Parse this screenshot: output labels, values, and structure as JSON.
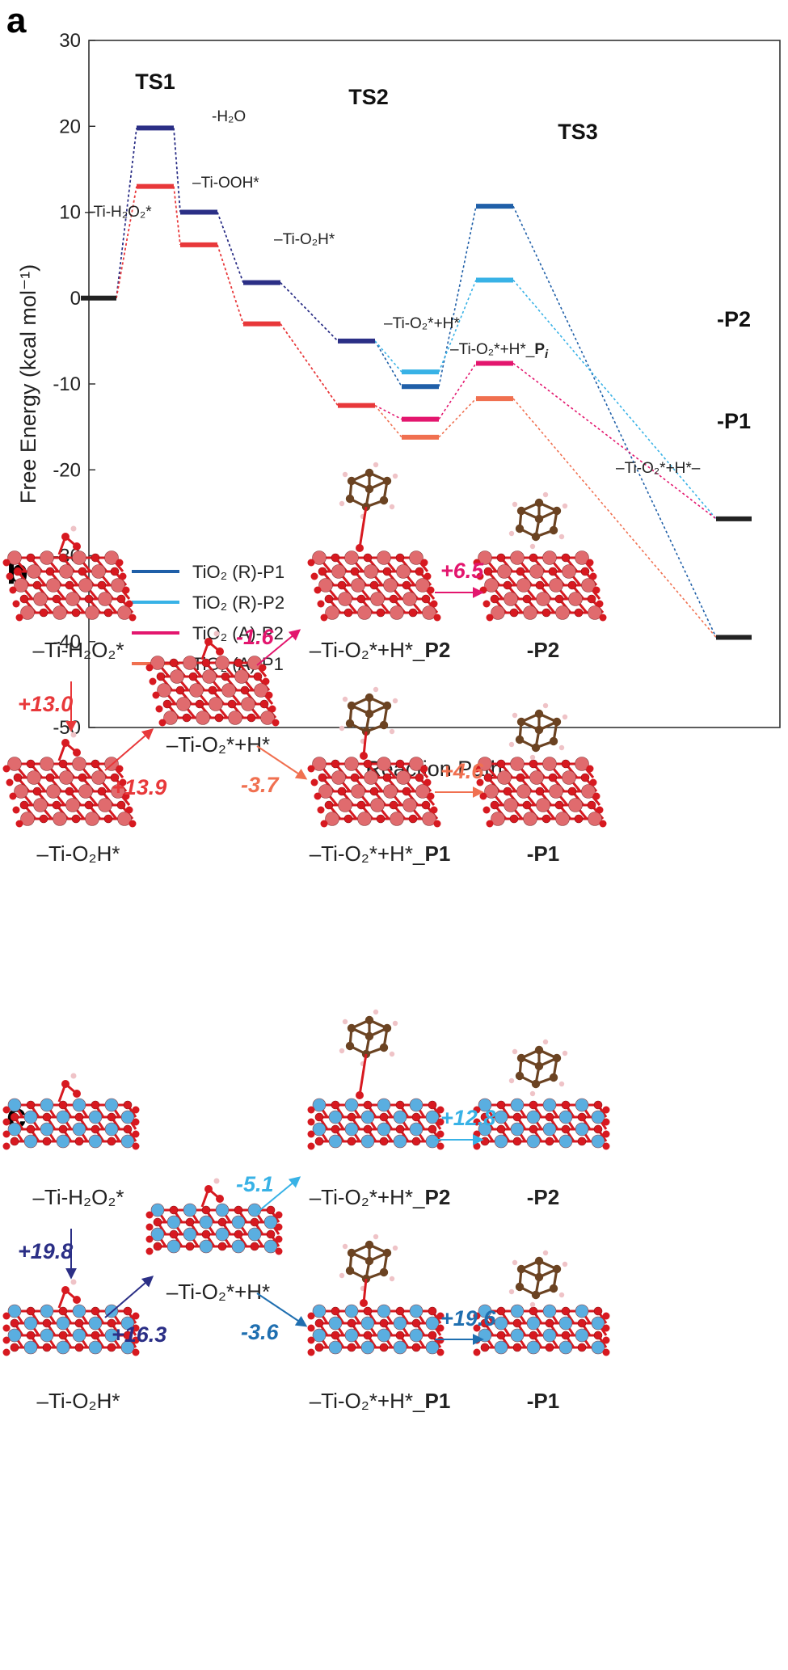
{
  "panel_letters": {
    "a": "a",
    "b": "b",
    "c": "c"
  },
  "chart_data": {
    "type": "line",
    "title": "",
    "xlabel": "Reaction Path",
    "ylabel": "Free Energy (kcal mol⁻¹)",
    "ylim": [
      -50,
      30
    ],
    "yticks": [
      -50,
      -40,
      -30,
      -20,
      -10,
      0,
      10,
      20,
      30
    ],
    "grid": false,
    "legend_position": "bottom-left",
    "series": [
      {
        "name": "TiO₂ (R)-P1",
        "color": "#1f5fa8",
        "values": [
          0,
          19.8,
          10,
          1.8,
          -5,
          -10.3,
          10.7,
          -39.5
        ]
      },
      {
        "name": "TiO₂ (R)-P2",
        "color": "#38b2e6",
        "values": [
          0,
          19.8,
          10,
          1.8,
          -5,
          -8.6,
          2.1,
          -25.7
        ]
      },
      {
        "name": "TiO₂ (A)-P2",
        "color": "#e3166e",
        "values": [
          0,
          13,
          6.2,
          -3,
          -12.5,
          -14.1,
          -7.6,
          -25.7
        ]
      },
      {
        "name": "TiO₂ (A)-P1",
        "color": "#f07050",
        "values": [
          0,
          13,
          6.2,
          -3,
          -12.5,
          -16.2,
          -11.7,
          -39.5
        ]
      }
    ],
    "state_labels": {
      "ti_h2o2": "–Ti-H₂O₂*",
      "ts1": "TS1",
      "minus_h2o": "-H₂O",
      "ti_ooh": "–Ti-OOH*",
      "ti_o2h": "–Ti-O₂H*",
      "ts2": "TS2",
      "ti_o2_h": "–Ti-O₂*+H*",
      "ti_o2_h_pi_prefix": "–Ti-O₂*+H*_",
      "ti_o2_h_pi_p": "P",
      "ti_o2_h_pi_i": "i",
      "ts3": "TS3",
      "p2": "-P2",
      "p1": "-P1",
      "ti_o2_h_end": "–Ti-O₂*+H*–"
    }
  },
  "panel_b": {
    "captions": {
      "h2o2": "–Ti-H₂O₂*",
      "o2h": "–Ti-O₂H*",
      "o2_h": "–Ti-O₂*+H*",
      "p2_state_prefix": "–Ti-O₂*+H*_",
      "p2_state_bold": "P2",
      "p1_state_prefix": "–Ti-O₂*+H*_",
      "p1_state_bold": "P1",
      "p2": "-P2",
      "p1": "-P1"
    },
    "deltas": {
      "d1": {
        "text": "+13.0",
        "color": "#e8383a"
      },
      "d2": {
        "text": "+13.9",
        "color": "#e8383a"
      },
      "d3": {
        "text": "-1.6",
        "color": "#e3166e"
      },
      "d4": {
        "text": "+6.5",
        "color": "#e3166e"
      },
      "d5": {
        "text": "-3.7",
        "color": "#f07050"
      },
      "d6": {
        "text": "+4.6",
        "color": "#f07050"
      }
    }
  },
  "panel_c": {
    "captions": {
      "h2o2": "–Ti-H₂O₂*",
      "o2h": "–Ti-O₂H*",
      "o2_h": "–Ti-O₂*+H*",
      "p2_state_prefix": "–Ti-O₂*+H*_",
      "p2_state_bold": "P2",
      "p1_state_prefix": "–Ti-O₂*+H*_",
      "p1_state_bold": "P1",
      "p2": "-P2",
      "p1": "-P1"
    },
    "deltas": {
      "d1": {
        "text": "+19.8",
        "color": "#2b2f86"
      },
      "d2": {
        "text": "+16.3",
        "color": "#2b2f86"
      },
      "d3": {
        "text": "-5.1",
        "color": "#38b2e6"
      },
      "d4": {
        "text": "+12.8",
        "color": "#38b2e6"
      },
      "d5": {
        "text": "-3.6",
        "color": "#1f6fb0"
      },
      "d6": {
        "text": "+19.6",
        "color": "#1f6fb0"
      }
    }
  },
  "colors": {
    "ti_anatase": "#e06b6e",
    "ti_rutile": "#5aaee0",
    "oxygen": "#d71920",
    "carbon": "#6b4322",
    "hydrogen": "#efc3c7",
    "common_path": "#2b2f86",
    "anatase_path": "#e8383a",
    "start_end": "#222222"
  }
}
